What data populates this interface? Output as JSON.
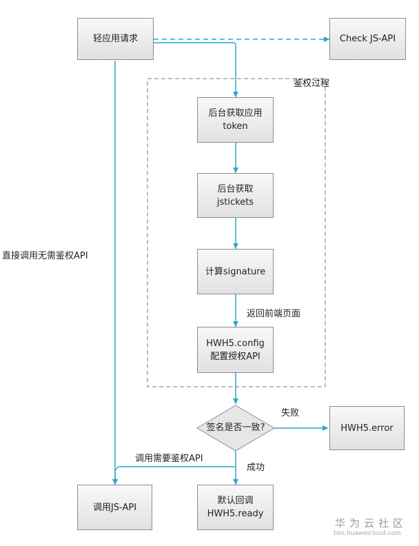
{
  "nodes": {
    "light_app_request": "轻应用请求",
    "check_js_api": "Check JS-API",
    "auth_region_title": "鉴权过程",
    "get_token_l1": "后台获取应用",
    "get_token_l2": "token",
    "get_jstickets_l1": "后台获取",
    "get_jstickets_l2": "jstickets",
    "compute_signature": "计算signature",
    "config_l1": "HWH5.config",
    "config_l2": "配置授权API",
    "decision": "签名是否一致?",
    "error": "HWH5.error",
    "call_js_api": "调用JS-API",
    "ready_l1": "默认回调",
    "ready_l2": "HWH5.ready"
  },
  "edge_labels": {
    "direct_call": "直接调用无需鉴权API",
    "return_frontend": "返回前端页面",
    "fail": "失败",
    "call_needs_auth": "调用需要鉴权API",
    "success": "成功"
  },
  "watermark": {
    "brand": "华为云社区",
    "url": "bbs.huaweicloud.com"
  },
  "colors": {
    "edge": "#2ba6cb",
    "node_border": "#8c8c8c",
    "region_border": "#7a7a7a"
  }
}
